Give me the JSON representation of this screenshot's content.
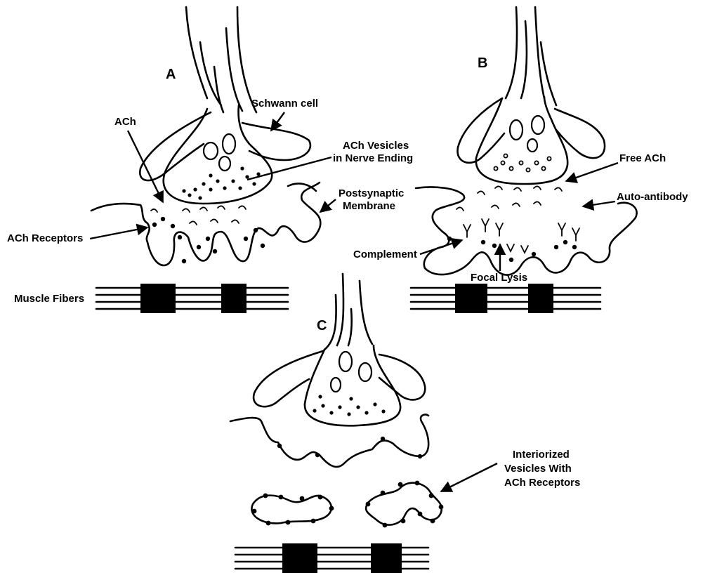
{
  "panels": {
    "a": {
      "letter": "A"
    },
    "b": {
      "letter": "B"
    },
    "c": {
      "letter": "C"
    }
  },
  "labels": {
    "schwann_cell": "Schwann cell",
    "ach": "ACh",
    "ach_vesicles_line1": "ACh Vesicles",
    "ach_vesicles_line2": "in Nerve Ending",
    "postsynaptic_line1": "Postsynaptic",
    "postsynaptic_line2": "Membrane",
    "ach_receptors": "ACh Receptors",
    "muscle_fibers": "Muscle Fibers",
    "free_ach": "Free ACh",
    "auto_antibody": "Auto-antibody",
    "complement": "Complement",
    "focal_lysis": "Focal Lysis",
    "interiorized_line1": "Interiorized",
    "interiorized_line2": "Vesicles With",
    "interiorized_line3": "ACh Receptors"
  }
}
